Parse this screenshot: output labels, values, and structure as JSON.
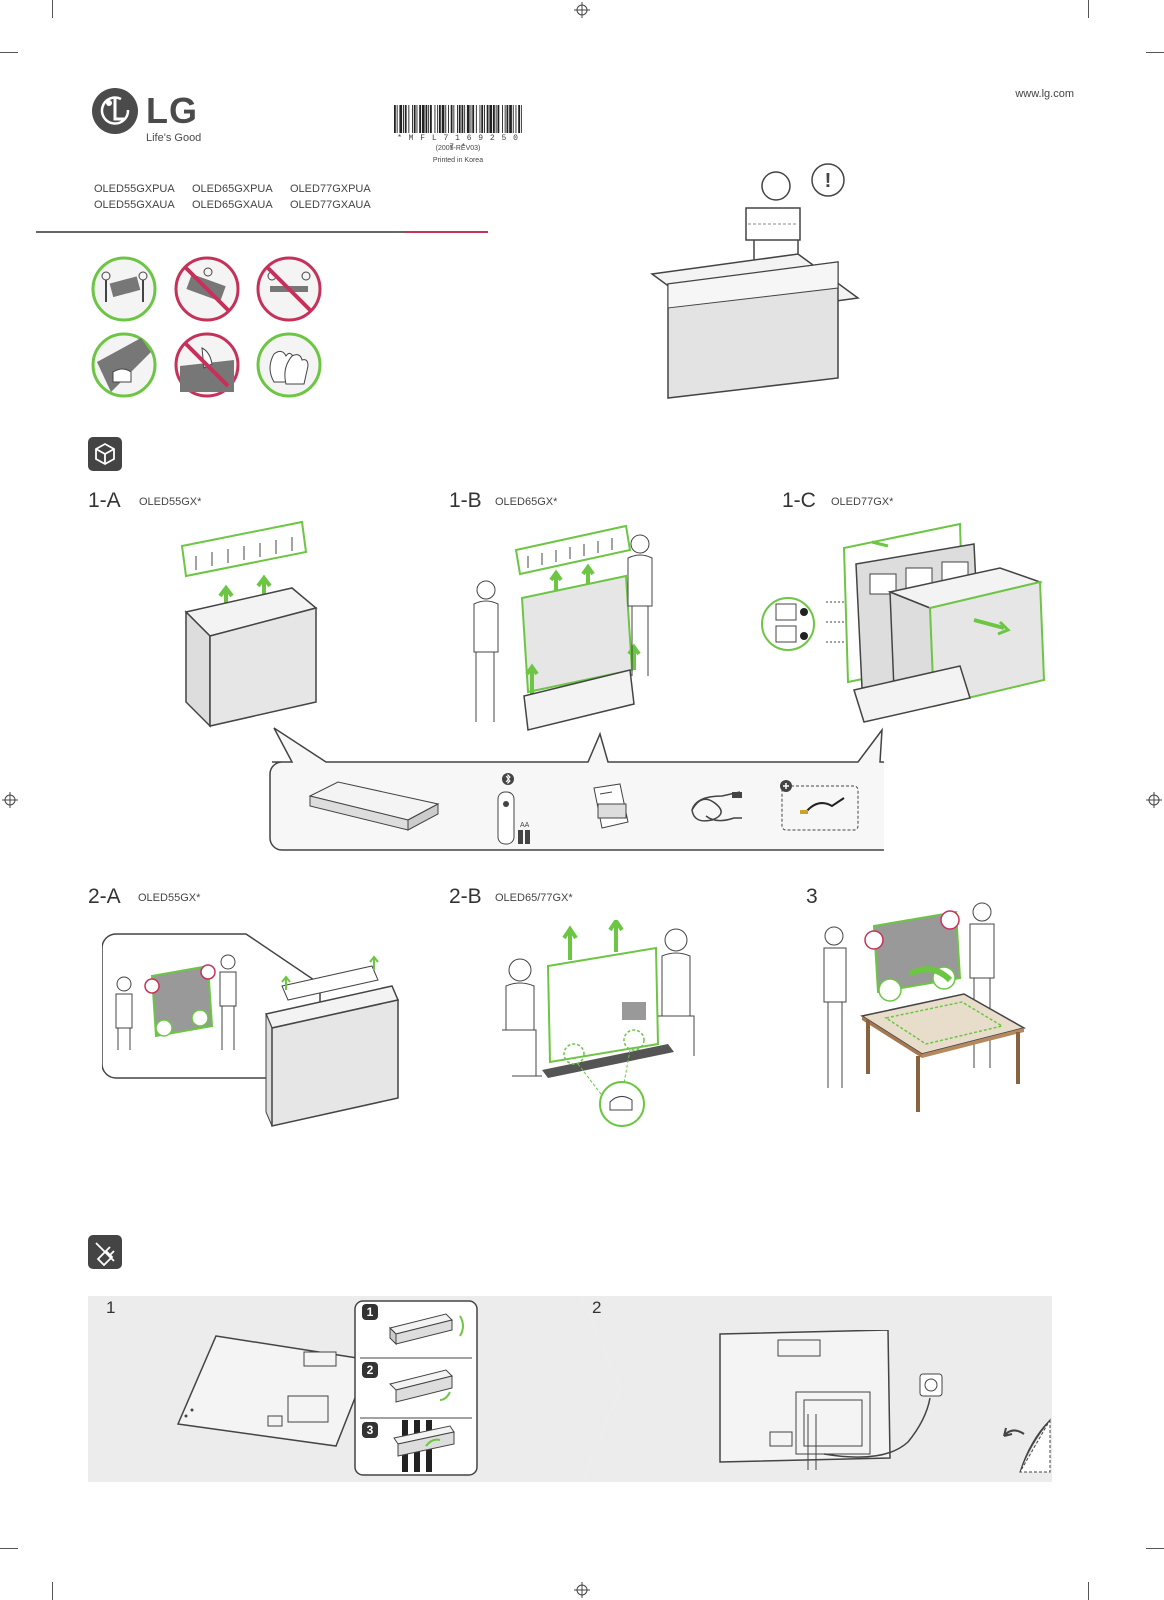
{
  "brand": {
    "logo_text": "LG",
    "tagline": "Life's Good",
    "website": "www.lg.com"
  },
  "barcode": {
    "number": "* M F L 7 1 6 9 2 5 0 7 *",
    "revision": "(2005-REV03)",
    "printed": "Printed in Korea"
  },
  "models": [
    "OLED55GXPUA",
    "OLED65GXPUA",
    "OLED77GXPUA",
    "OLED55GXAUA",
    "OLED65GXAUA",
    "OLED77GXAUA"
  ],
  "handling_icons": [
    {
      "name": "two-person-carry-icon",
      "status": "allowed"
    },
    {
      "name": "one-person-carry-icon",
      "status": "prohibited"
    },
    {
      "name": "flat-carry-icon",
      "status": "prohibited"
    },
    {
      "name": "hold-edge-icon",
      "status": "allowed"
    },
    {
      "name": "touch-screen-icon",
      "status": "prohibited"
    },
    {
      "name": "gloves-icon",
      "status": "allowed"
    }
  ],
  "unpacking": {
    "steps": [
      {
        "label": "1-A",
        "model": "OLED55GX*"
      },
      {
        "label": "1-B",
        "model": "OLED65GX*"
      },
      {
        "label": "1-C",
        "model": "OLED77GX*"
      },
      {
        "label": "2-A",
        "model": "OLED55GX*"
      },
      {
        "label": "2-B",
        "model": "OLED65/77GX*"
      },
      {
        "label": "3",
        "model": ""
      }
    ],
    "accessories_label": "AA"
  },
  "connection": {
    "panel_steps": [
      "1",
      "2"
    ],
    "sub_steps": [
      "1",
      "2",
      "3"
    ]
  },
  "colors": {
    "accent_green": "#6cc644",
    "prohibit_red": "#c4325a",
    "dark_icon": "#444444",
    "panel_bg": "#ececec"
  }
}
